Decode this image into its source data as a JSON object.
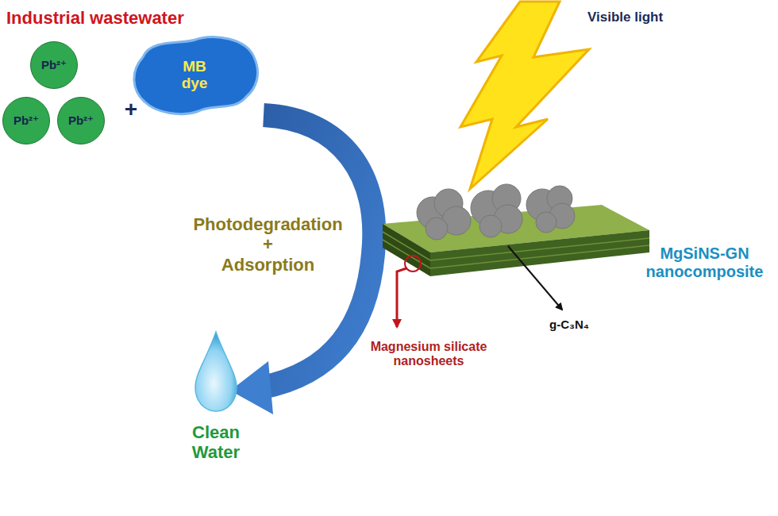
{
  "diagram": {
    "nodes": [
      {
        "text": [
          "Pb²⁺"
        ]
      },
      {
        "text": [
          "Pb²⁺"
        ]
      },
      {
        "text": [
          "Pb²⁺"
        ]
      },
      {
        "text": [
          "MB dye"
        ]
      }
    ],
    "labels": [
      "Industrial wastewater",
      "+",
      "Visible light",
      "Photodegradation + Adsorption",
      "MgSiNS-GN nanocomposite",
      "Magnesium silicate nanosheets",
      "g-C₃N₄",
      "Clean Water"
    ]
  }
}
